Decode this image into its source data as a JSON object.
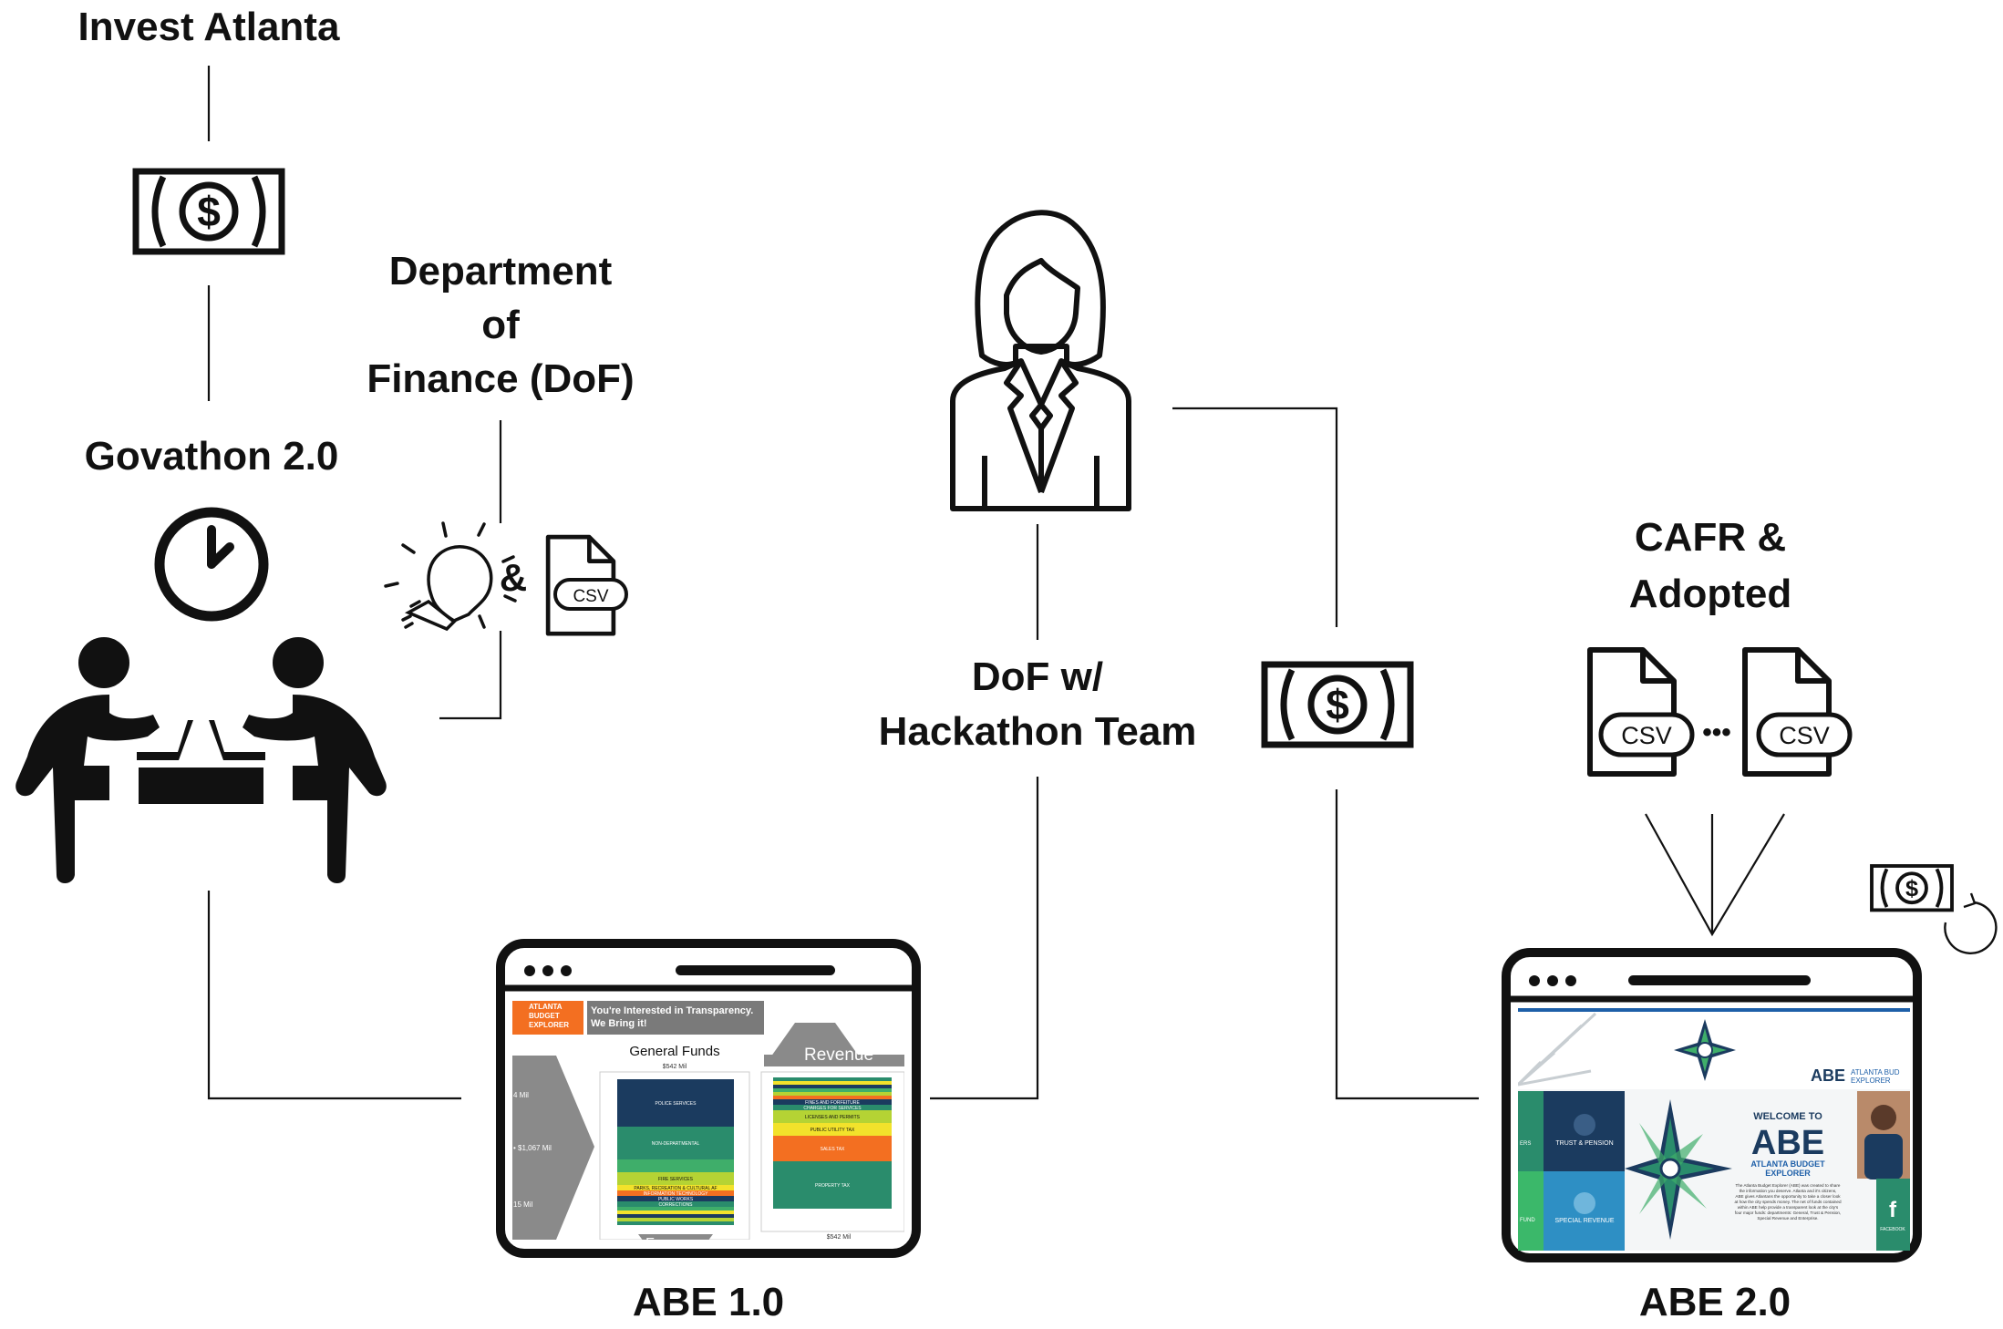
{
  "nodes": {
    "invest_atlanta": "Invest Atlanta",
    "department_of_finance": [
      "Department",
      "of",
      "Finance (DoF)"
    ],
    "govathon": "Govathon 2.0",
    "dof_hackathon": [
      "DoF w/",
      "Hackathon Team"
    ],
    "cafr_adopted": [
      "CAFR &",
      "Adopted"
    ],
    "abe1": "ABE 1.0",
    "abe2": "ABE 2.0"
  },
  "connectors": {
    "ampersand": "&",
    "ellipsis": "•••"
  },
  "icons": {
    "money": "money-bill-icon",
    "idea": "lightbulb-icon",
    "file": "csv-file-icon",
    "person": "businesswoman-icon",
    "team": "two-people-at-table-icon",
    "clock": "clock-icon",
    "browser": "browser-window-icon",
    "refresh": "circular-arrow-icon"
  },
  "file_labels": {
    "csv": "CSV"
  },
  "abe1_screen": {
    "header": [
      "ATLANTA",
      "BUDGET",
      "EXPLORER"
    ],
    "banner": [
      "You're Interested in Transparency.",
      "We Bring it!"
    ],
    "funds_title": "General Funds",
    "funds_total": "$542 Mil",
    "revenue": "Revenue",
    "expenses": "Expenses",
    "revenue_total": "$542 Mil",
    "left_values": [
      "4 Mil",
      "• $1,067 Mil",
      "15 Mil"
    ],
    "expense_segments": [
      "POLICE SERVICES",
      "NON-DEPARTMENTAL",
      "FIRE SERVICES",
      "PARKS, RECREATION & CULTURAL AF",
      "INFORMATION TECHNOLOGY",
      "PUBLIC WORKS",
      "CORRECTIONS"
    ],
    "revenue_segments": [
      "FINES AND FORFEITURE",
      "CHARGES FOR SERVICES",
      "LICENSES AND PERMITS",
      "PUBLIC UTILITY TAX",
      "SALES TAX",
      "PROPERTY TAX"
    ]
  },
  "abe2_screen": {
    "brand": "ABE",
    "brand_sub": [
      "ATLANTA BUD",
      "EXPLORER"
    ],
    "welcome": "WELCOME TO",
    "big": "ABE",
    "sub": [
      "ATLANTA BUDGET",
      "EXPLORER"
    ],
    "tiles": [
      "TRUST & PENSION",
      "SPECIAL REVENUE"
    ],
    "side_tiles": [
      "ERS",
      "FUND"
    ],
    "social": "FACEBOOK",
    "body_lines": [
      "The Atlanta Budget Explorer (ABE) was created to share",
      "the information you deserve. Atlanta and it's citizens,",
      "ABE gives Atlantans the opportunity to take a closer look",
      "at how the city spends money. The net of funds contained",
      "within ABE help provide a transparent look at the city's",
      "four major funds: departments: General, Trust & Pension,",
      "Special Revenue and Enterprise."
    ]
  },
  "colors": {
    "line": "#111111",
    "orange": "#f36f21",
    "grey_banner": "#7a7a7a",
    "navy": "#1b3b5f",
    "teal": "#2a8c6c",
    "green": "#3fae6a",
    "yellow": "#f2e22b",
    "lime": "#b5d334",
    "accent_blue": "#1d5fa8",
    "tile_blue": "#2e8fc4",
    "tile_green": "#3bb86a"
  }
}
